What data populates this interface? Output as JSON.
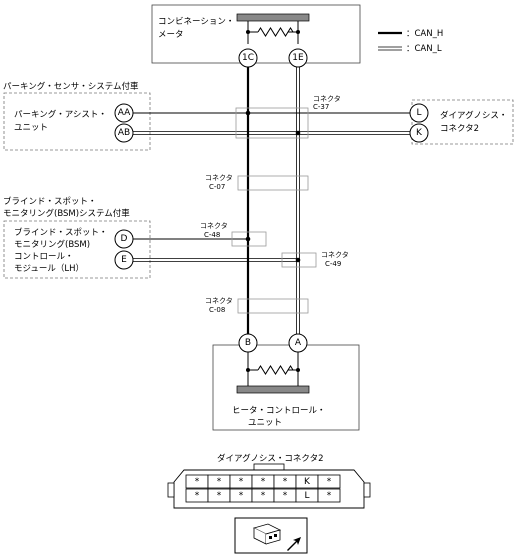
{
  "meter": {
    "label_line1": "コンビネーション・",
    "label_line2": "メータ",
    "pin_h": "1C",
    "pin_l": "1E"
  },
  "legend": {
    "can_h": "：CAN_H",
    "can_l": "：CAN_L"
  },
  "parking": {
    "group_title": "パーキング・センサ・システム付車",
    "unit_line1": "パーキング・アシスト・",
    "unit_line2": "ユニット",
    "pin_aa": "AA",
    "pin_ab": "AB"
  },
  "diag_conn": {
    "label_line1": "ダイアグノシス・",
    "label_line2": "コネクタ2",
    "pin_l": "L",
    "pin_k": "K"
  },
  "connectors": {
    "c37": {
      "line1": "コネクタ",
      "line2": "C-37"
    },
    "c07": {
      "line1": "コネクタ",
      "line2": "C-07"
    },
    "c48": {
      "line1": "コネクタ",
      "line2": "C-48"
    },
    "c49": {
      "line1": "コネクタ",
      "line2": "C-49"
    },
    "c08": {
      "line1": "コネクタ",
      "line2": "C-08"
    }
  },
  "bsm": {
    "group_title_line1": "ブラインド・スポット・",
    "group_title_line2": "モニタリング(BSM)システム付車",
    "unit_line1": "ブラインド・スポット・",
    "unit_line2": "モニタリング(BSM)",
    "unit_line3": "コントロール・",
    "unit_line4": "モジュール（LH）",
    "pin_d": "D",
    "pin_e": "E"
  },
  "heater": {
    "label_line1": "ヒータ・コントロール・",
    "label_line2": "ユニット",
    "pin_b": "B",
    "pin_a": "A"
  },
  "diag_face": {
    "title": "ダイアグノシス・コネクタ2",
    "row1": [
      "*",
      "*",
      "*",
      "*",
      "*",
      "K",
      "*"
    ],
    "row2": [
      "*",
      "*",
      "*",
      "*",
      "*",
      "L",
      "*"
    ]
  },
  "colors": {
    "line": "#000000",
    "box_dash": "#777777",
    "connector": "#999999"
  }
}
